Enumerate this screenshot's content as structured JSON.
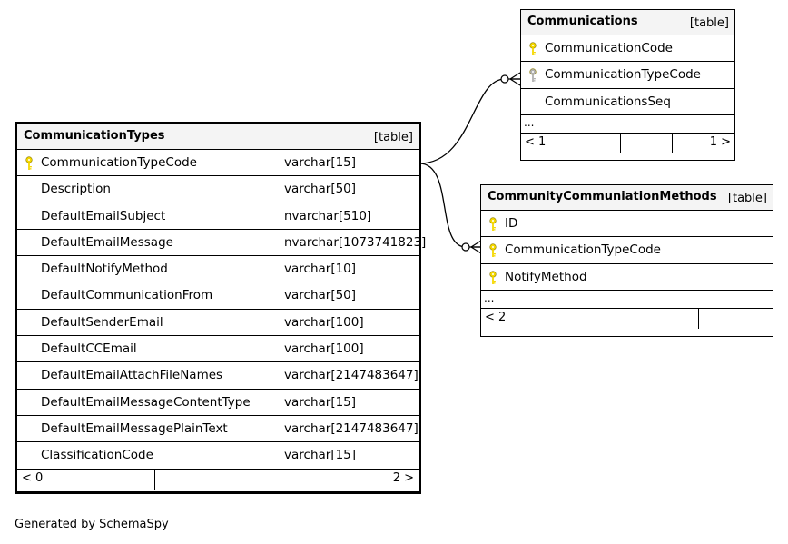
{
  "tables": {
    "communication_types": {
      "name": "CommunicationTypes",
      "kind": "[table]",
      "columns": [
        {
          "name": "CommunicationTypeCode",
          "type": "varchar[15]",
          "key": "primary"
        },
        {
          "name": "Description",
          "type": "varchar[50]",
          "key": "none"
        },
        {
          "name": "DefaultEmailSubject",
          "type": "nvarchar[510]",
          "key": "none"
        },
        {
          "name": "DefaultEmailMessage",
          "type": "nvarchar[1073741823]",
          "key": "none"
        },
        {
          "name": "DefaultNotifyMethod",
          "type": "varchar[10]",
          "key": "none"
        },
        {
          "name": "DefaultCommunicationFrom",
          "type": "varchar[50]",
          "key": "none"
        },
        {
          "name": "DefaultSenderEmail",
          "type": "varchar[100]",
          "key": "none"
        },
        {
          "name": "DefaultCCEmail",
          "type": "varchar[100]",
          "key": "none"
        },
        {
          "name": "DefaultEmailAttachFileNames",
          "type": "varchar[2147483647]",
          "key": "none"
        },
        {
          "name": "DefaultEmailMessageContentType",
          "type": "varchar[15]",
          "key": "none"
        },
        {
          "name": "DefaultEmailMessagePlainText",
          "type": "varchar[2147483647]",
          "key": "none"
        },
        {
          "name": "ClassificationCode",
          "type": "varchar[15]",
          "key": "none"
        }
      ],
      "footer": {
        "left": "< 0",
        "right": "2 >"
      }
    },
    "communications": {
      "name": "Communications",
      "kind": "[table]",
      "columns": [
        {
          "name": "CommunicationCode",
          "key": "primary"
        },
        {
          "name": "CommunicationTypeCode",
          "key": "foreign"
        },
        {
          "name": "CommunicationsSeq",
          "key": "none"
        }
      ],
      "ellipsis": "...",
      "footer": {
        "left": "< 1",
        "right": "1 >"
      }
    },
    "community_methods": {
      "name": "CommunityCommuniationMethods",
      "kind": "[table]",
      "columns": [
        {
          "name": "ID",
          "key": "primary"
        },
        {
          "name": "CommunicationTypeCode",
          "key": "primary"
        },
        {
          "name": "NotifyMethod",
          "key": "primary"
        }
      ],
      "ellipsis": "...",
      "footer": {
        "left": "< 2",
        "right": ""
      }
    }
  },
  "colors": {
    "primary_key": "#f5d800",
    "foreign_key": "#b0b0b0",
    "header_bg": "#f4f4f4"
  },
  "caption": "Generated by SchemaSpy"
}
